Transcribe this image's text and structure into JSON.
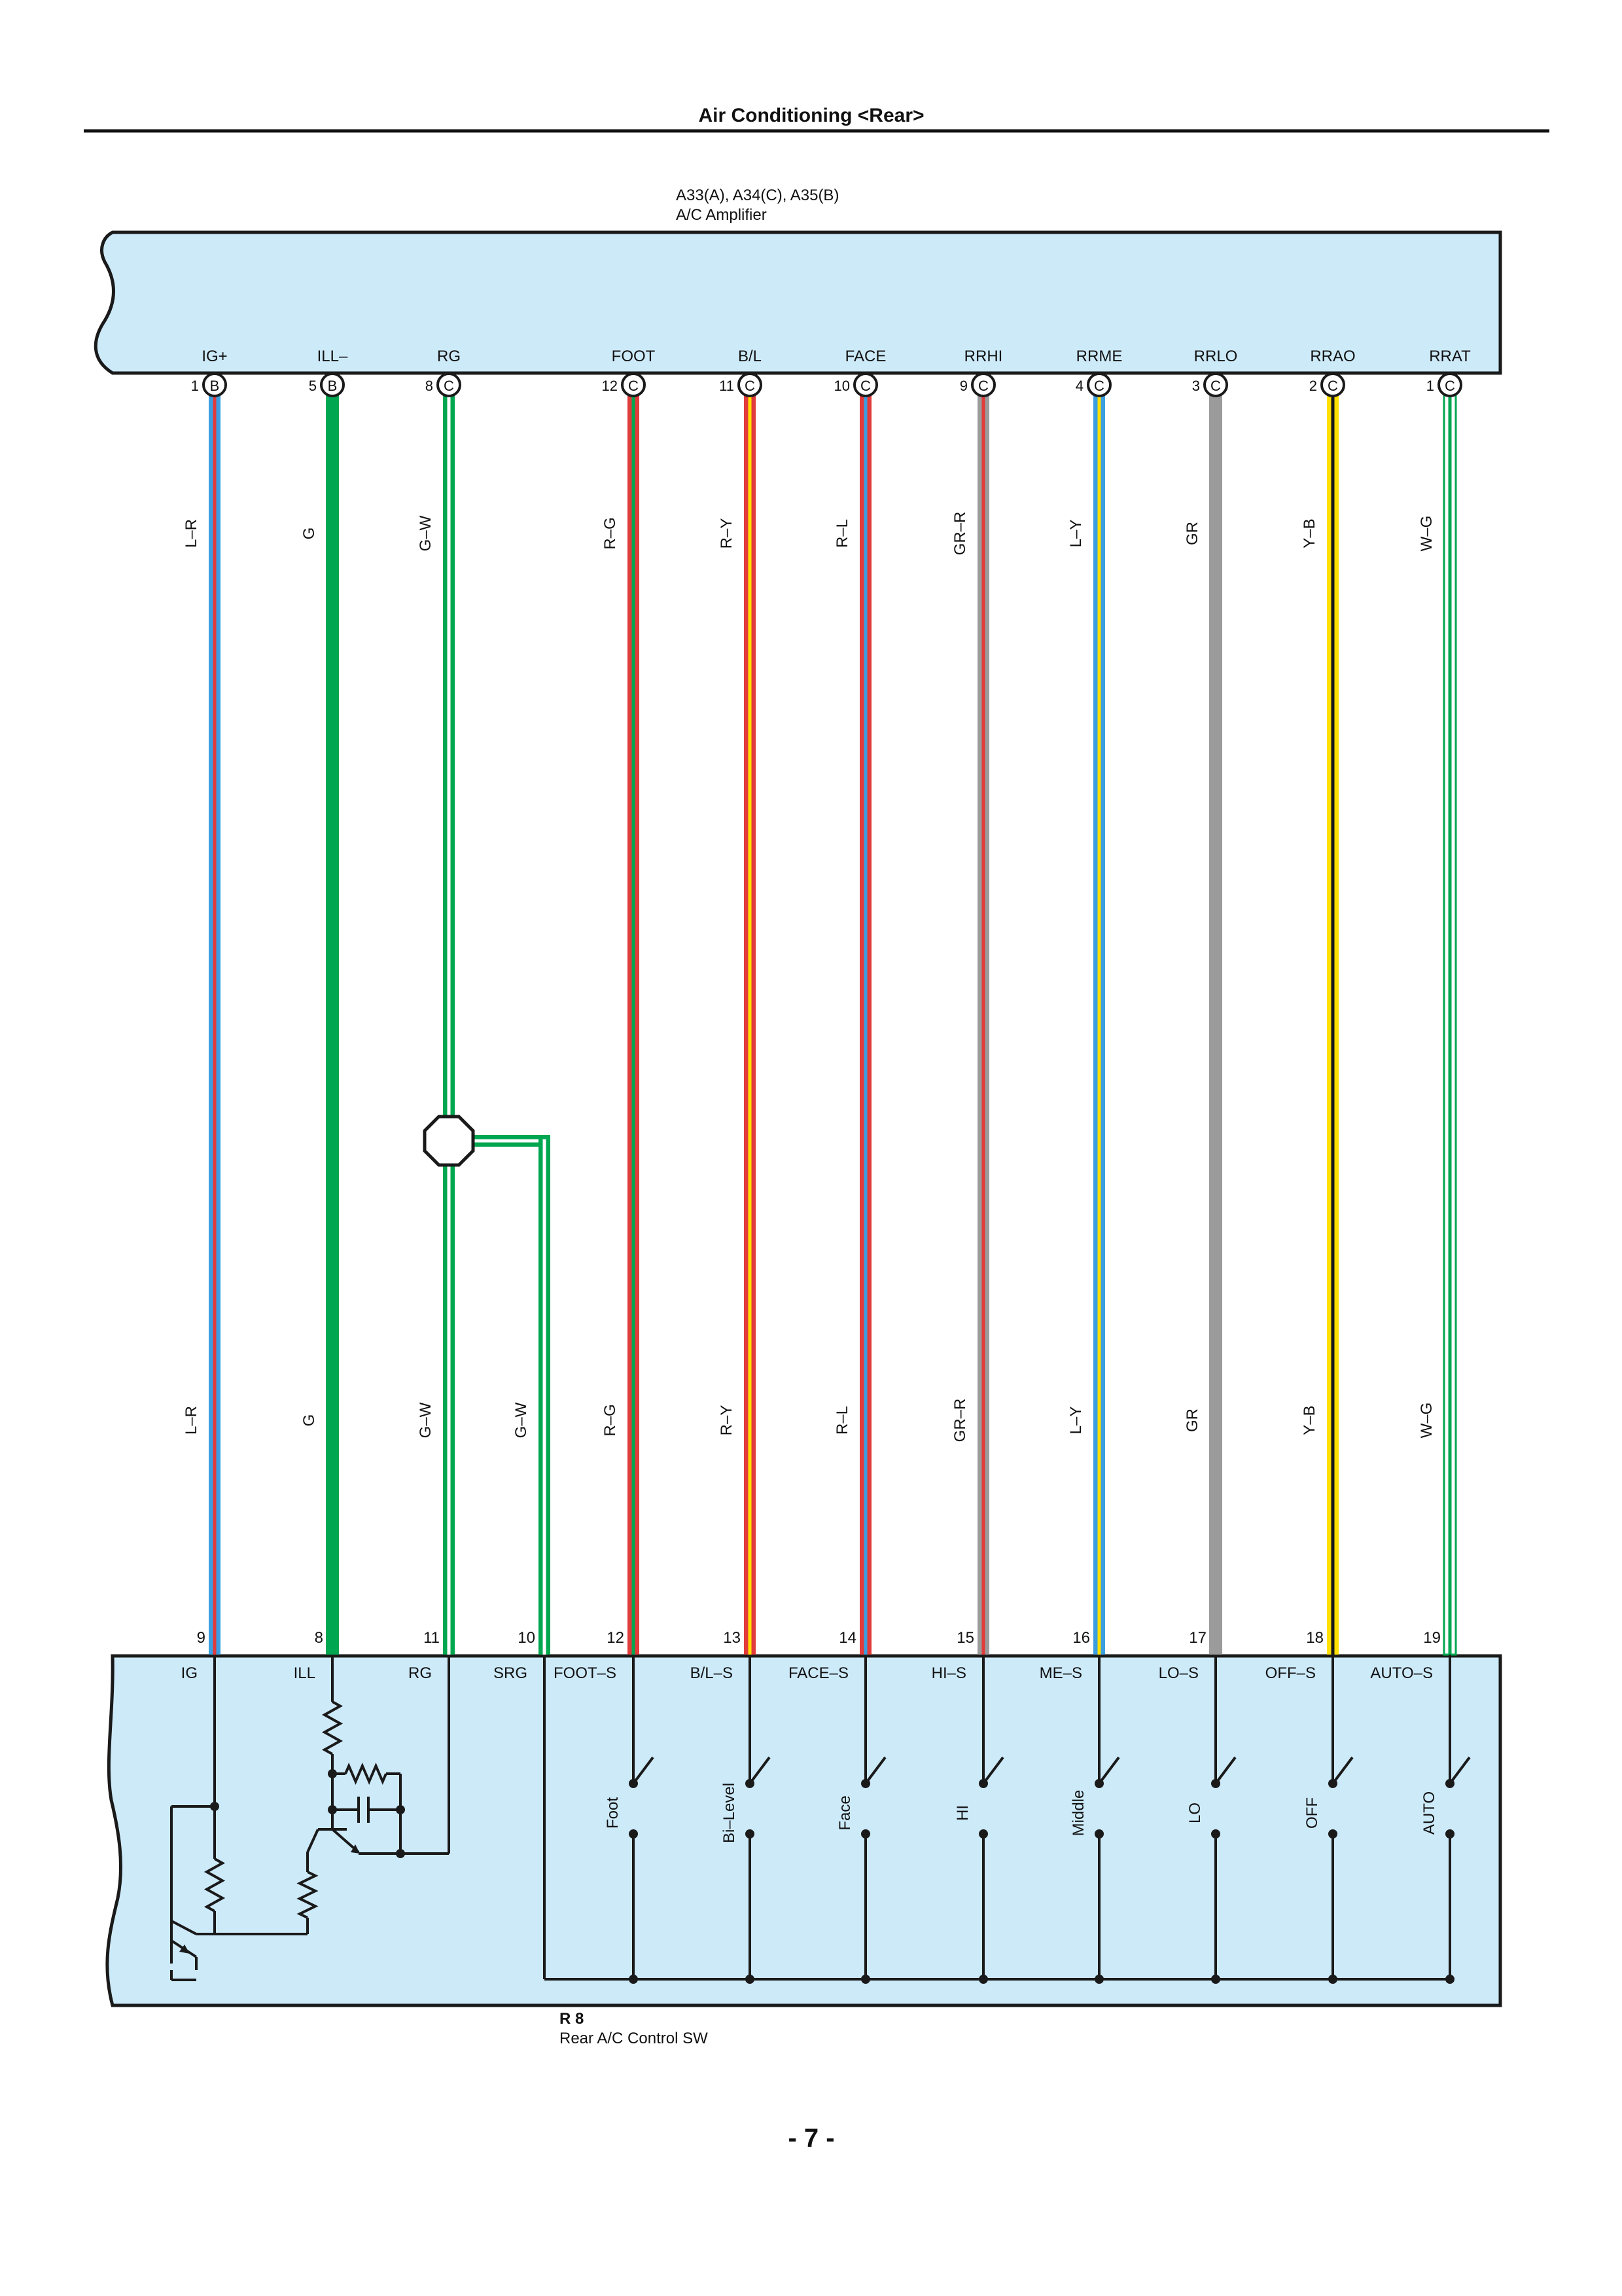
{
  "page": {
    "title": "Air Conditioning <Rear>",
    "page_number": "- 7 -"
  },
  "amplifier": {
    "connectors": "A33(A), A34(C), A35(B)",
    "name": "A/C Amplifier"
  },
  "control_switch": {
    "code": "R 8",
    "name": "Rear A/C Control SW"
  },
  "colors": {
    "panel_fill": "#cdeaf9",
    "outline": "#1a1a1a"
  },
  "wires": [
    {
      "amp_terminal": "IG+",
      "amp_pin": "1",
      "amp_conn": "B",
      "label_top": "L–R",
      "label_bottom": "L–R",
      "sw_pin": "9",
      "sw_terminal": "IG",
      "base": "#3a9ee0",
      "stripe": "#e23b3b",
      "width": "thin"
    },
    {
      "amp_terminal": "ILL–",
      "amp_pin": "5",
      "amp_conn": "B",
      "label_top": "G",
      "label_bottom": "G",
      "sw_pin": "8",
      "sw_terminal": "ILL",
      "base": "#00a650",
      "stripe": "#00a650",
      "width": "thick"
    },
    {
      "amp_terminal": "RG",
      "amp_pin": "8",
      "amp_conn": "C",
      "label_top": "G–W",
      "label_bottom": "G–W",
      "sw_pin": "11",
      "sw_terminal": "RG",
      "base": "#00a650",
      "stripe": "#ffffff",
      "width": "thin"
    },
    {
      "amp_terminal": "FOOT",
      "amp_pin": "12",
      "amp_conn": "C",
      "label_top": "R–G",
      "label_bottom": "R–G",
      "sw_pin": "12",
      "sw_terminal": "FOOT–S",
      "base": "#e23b3b",
      "stripe": "#00a650",
      "width": "thin"
    },
    {
      "amp_terminal": "B/L",
      "amp_pin": "11",
      "amp_conn": "C",
      "label_top": "R–Y",
      "label_bottom": "R–Y",
      "sw_pin": "13",
      "sw_terminal": "B/L–S",
      "base": "#e23b3b",
      "stripe": "#ffe000",
      "width": "thin"
    },
    {
      "amp_terminal": "FACE",
      "amp_pin": "10",
      "amp_conn": "C",
      "label_top": "R–L",
      "label_bottom": "R–L",
      "sw_pin": "14",
      "sw_terminal": "FACE–S",
      "base": "#e23b3b",
      "stripe": "#3a9ee0",
      "width": "thin"
    },
    {
      "amp_terminal": "RRHI",
      "amp_pin": "9",
      "amp_conn": "C",
      "label_top": "GR–R",
      "label_bottom": "GR–R",
      "sw_pin": "15",
      "sw_terminal": "HI–S",
      "base": "#9b9b9b",
      "stripe": "#e23b3b",
      "width": "thin"
    },
    {
      "amp_terminal": "RRME",
      "amp_pin": "4",
      "amp_conn": "C",
      "label_top": "L–Y",
      "label_bottom": "L–Y",
      "sw_pin": "16",
      "sw_terminal": "ME–S",
      "base": "#3a9ee0",
      "stripe": "#ffe000",
      "width": "thin"
    },
    {
      "amp_terminal": "RRLO",
      "amp_pin": "3",
      "amp_conn": "C",
      "label_top": "GR",
      "label_bottom": "GR",
      "sw_pin": "17",
      "sw_terminal": "LO–S",
      "base": "#9b9b9b",
      "stripe": "#9b9b9b",
      "width": "thick"
    },
    {
      "amp_terminal": "RRAO",
      "amp_pin": "2",
      "amp_conn": "C",
      "label_top": "Y–B",
      "label_bottom": "Y–B",
      "sw_pin": "18",
      "sw_terminal": "OFF–S",
      "base": "#ffe000",
      "stripe": "#1a1a1a",
      "width": "thin"
    },
    {
      "amp_terminal": "RRAT",
      "amp_pin": "1",
      "amp_conn": "C",
      "label_top": "W–G",
      "label_bottom": "W–G",
      "sw_pin": "19",
      "sw_terminal": "AUTO–S",
      "base": "#ffffff",
      "stripe": "#00a650",
      "width": "thin"
    }
  ],
  "branch_wire": {
    "label": "G–W",
    "sw_pin": "10",
    "sw_terminal": "SRG"
  },
  "switches": [
    "Foot",
    "Bi–Level",
    "Face",
    "HI",
    "Middle",
    "LO",
    "OFF",
    "AUTO"
  ]
}
